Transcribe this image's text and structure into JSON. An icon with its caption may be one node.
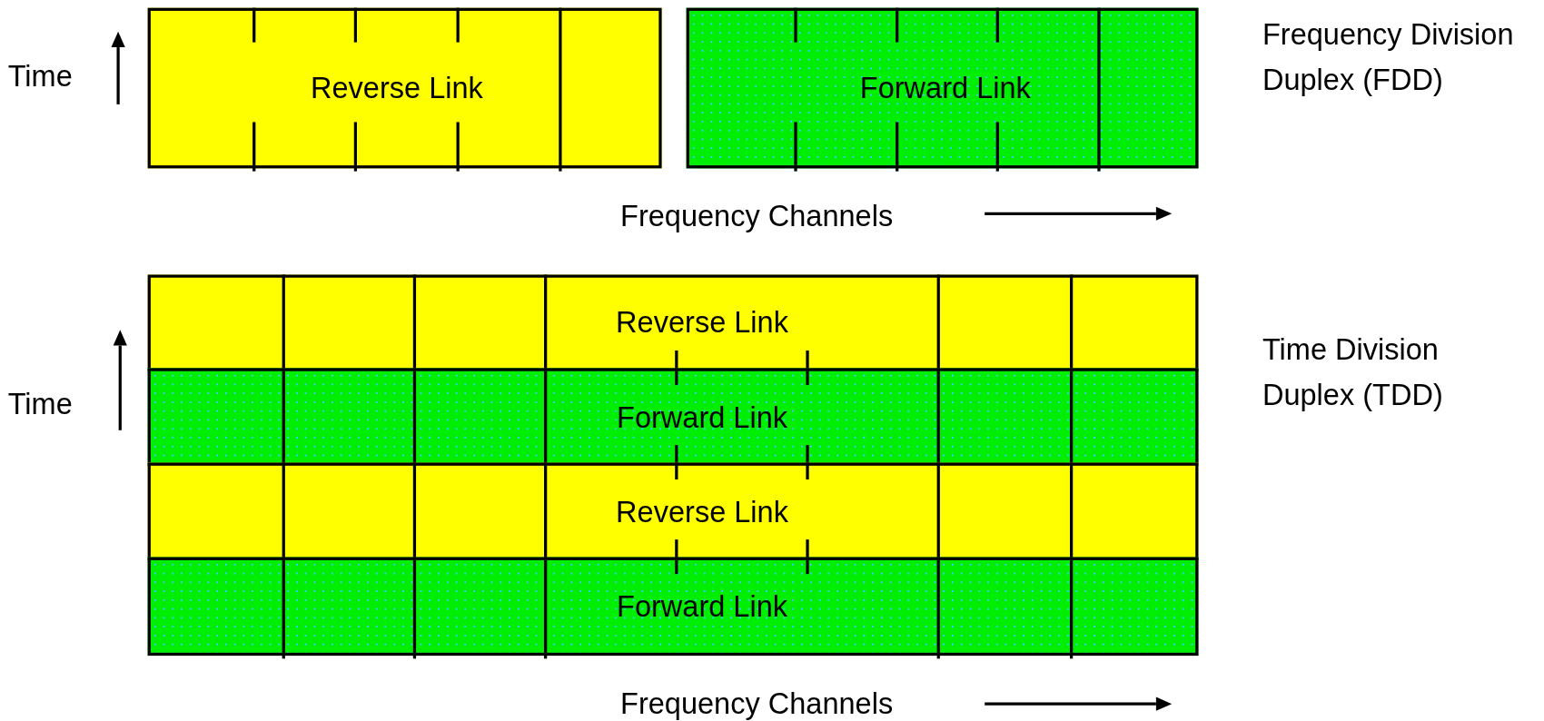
{
  "diagram": {
    "nodes": [
      {
        "text": [
          "Reverse Link"
        ]
      },
      {
        "text": [
          "Forward Link"
        ]
      },
      {
        "text": [
          "Reverse Link"
        ]
      },
      {
        "text": [
          "Forward Link"
        ]
      },
      {
        "text": [
          "Reverse Link"
        ]
      },
      {
        "text": [
          "Forward Link"
        ]
      }
    ],
    "labels": [
      "Time",
      "Frequency Division Duplex (FDD)",
      "Frequency Channels",
      "Time",
      "Time Division Duplex (TDD)",
      "Frequency Channels"
    ]
  }
}
